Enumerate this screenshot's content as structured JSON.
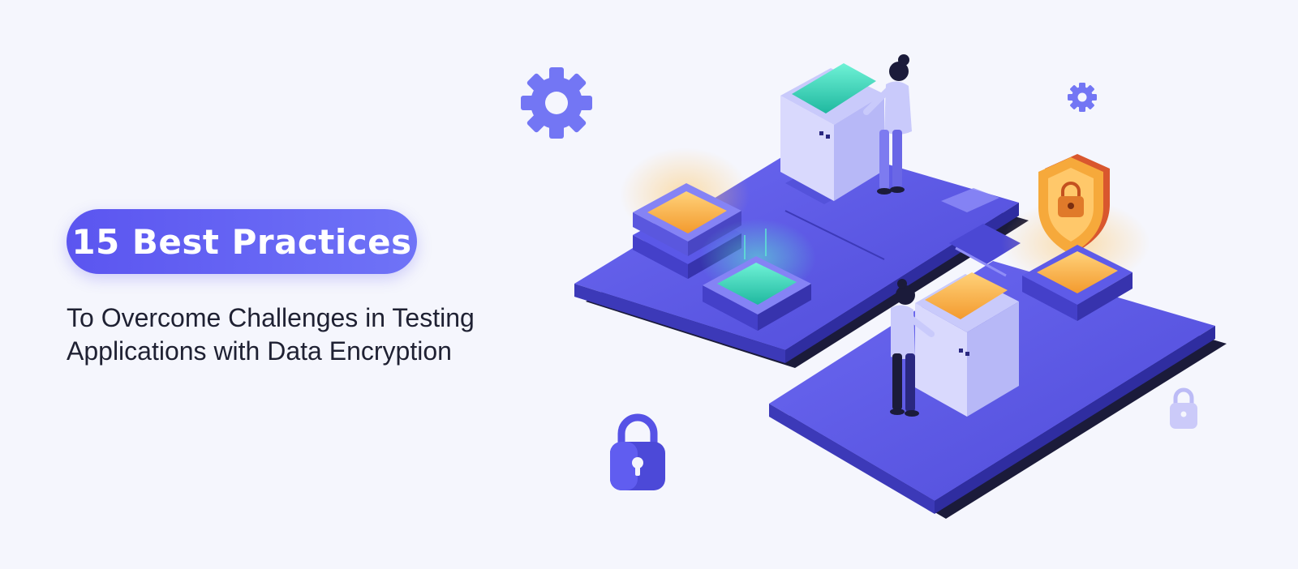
{
  "headline": {
    "badge_text": "15 Best Practices",
    "subtitle_line_1": "To Overcome Challenges in Testing",
    "subtitle_line_2": "Applications with Data Encryption"
  },
  "colors": {
    "background": "#f5f6fd",
    "accent": "#5b55f0",
    "platform": "#5a57e6",
    "shadow": "#1b1b3a",
    "teal_screen": "#2fd1b5",
    "orange_screen": "#f6a93b"
  },
  "icons": [
    "gear-icon",
    "small-gear-icon",
    "padlock-icon",
    "small-padlock-icon",
    "shield-lock-icon"
  ]
}
